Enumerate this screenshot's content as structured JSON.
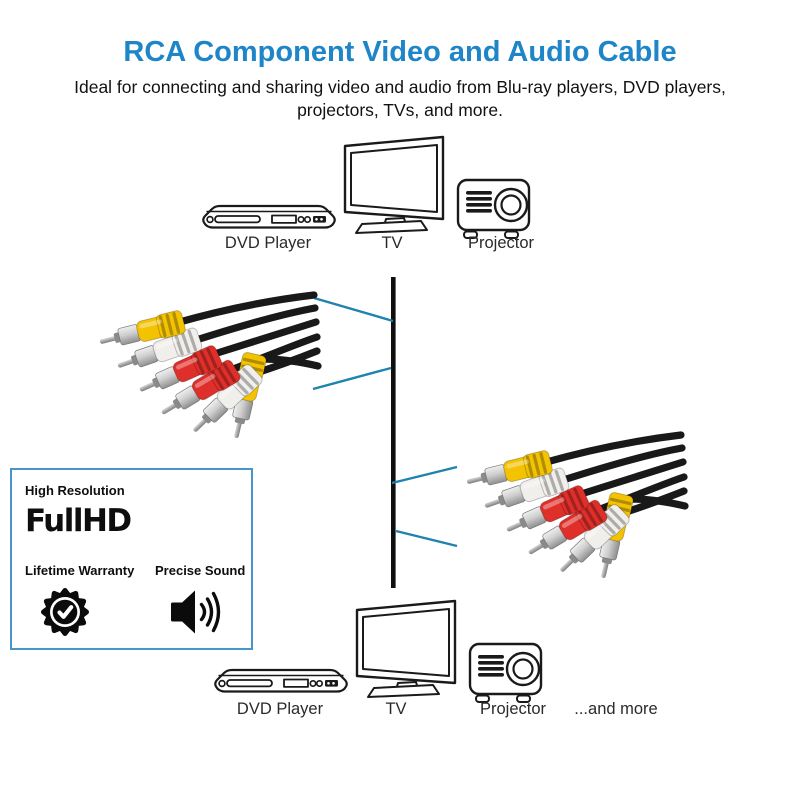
{
  "header": {
    "title": "RCA Component Video and Audio Cable",
    "subtitle_line1": "Ideal for connecting and sharing video and audio from Blu-ray players, DVD players,",
    "subtitle_line2": "projectors, TVs, and more."
  },
  "devices_top": [
    {
      "label": "DVD Player",
      "icon": "dvd-player-icon"
    },
    {
      "label": "TV",
      "icon": "tv-icon"
    },
    {
      "label": "Projector",
      "icon": "projector-icon"
    }
  ],
  "devices_bottom": [
    {
      "label": "DVD Player",
      "icon": "dvd-player-icon"
    },
    {
      "label": "TV",
      "icon": "tv-icon"
    },
    {
      "label": "Projector",
      "icon": "projector-icon"
    },
    {
      "label": "...and more",
      "icon": "none"
    }
  ],
  "feature_box": {
    "high_resolution": "High Resolution",
    "fullhd_logo": "FullHD",
    "lifetime_warranty": "Lifetime Warranty",
    "precise_sound": "Precise Sound"
  },
  "colors": {
    "title_blue": "#1d85c8",
    "connector_line_blue": "#1e83ad",
    "feature_box_border_blue": "#4796cb",
    "rca_yellow": "#f3c200",
    "rca_red": "#df2f2a",
    "rca_white": "#f1efec",
    "cable_black": "#191919"
  }
}
